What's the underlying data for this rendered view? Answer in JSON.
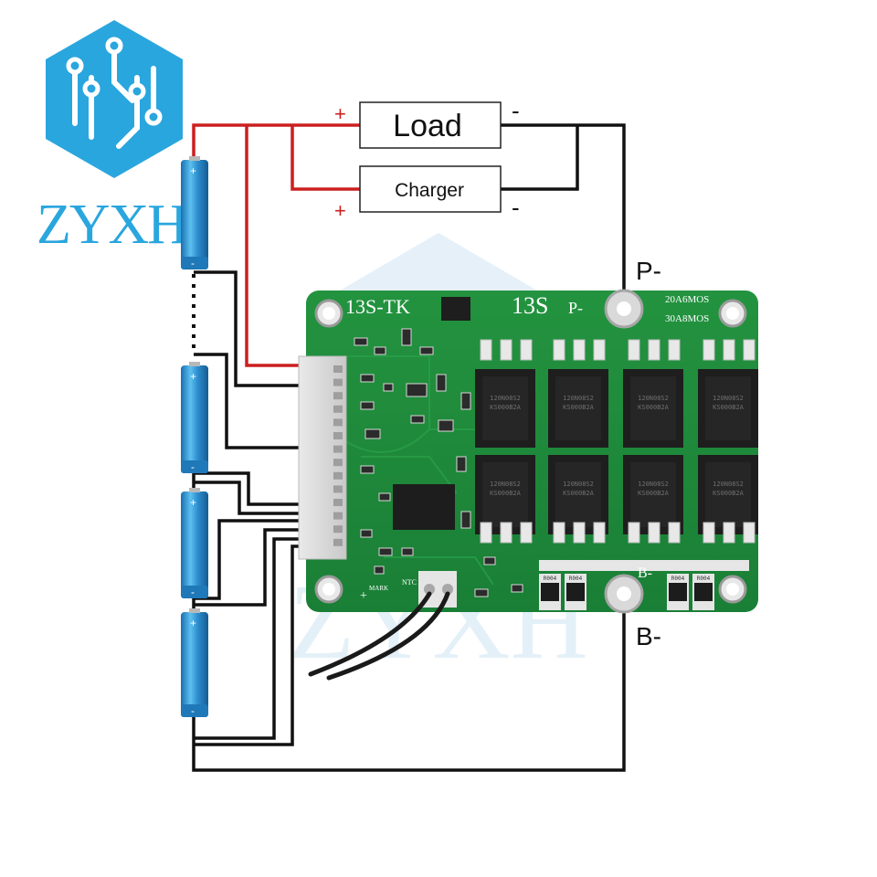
{
  "brand": {
    "name": "ZYXH",
    "watermark": "ZYXH",
    "logo_icon": "circuit-hexagon-icon"
  },
  "boxes": {
    "load": "Load",
    "charger": "Charger"
  },
  "polarity": {
    "plus": "+",
    "minus": "-"
  },
  "terminals": {
    "p_minus": "P-",
    "b_minus": "B-"
  },
  "board": {
    "model": "13S-TK",
    "series": "13S",
    "p_pad": "P-",
    "b_pad": "B-",
    "rating_1": "20A6MOS",
    "rating_2": "30A8MOS",
    "mark": "MARK",
    "ntc": "NTC",
    "plus_mark": "+",
    "mosfet_codes": [
      "120N08S2",
      "KS000B2A"
    ],
    "shunt_code": "R004"
  },
  "battery": {
    "plus": "+",
    "minus": "-"
  },
  "colors": {
    "pcb": "#1f8a3c",
    "pcb_dark": "#15702f",
    "wire_red": "#cc1f1f",
    "wire_black": "#111111",
    "cell": "#2f8fd0",
    "logo": "#2aa6de",
    "watermark": "#cfe4f3"
  }
}
